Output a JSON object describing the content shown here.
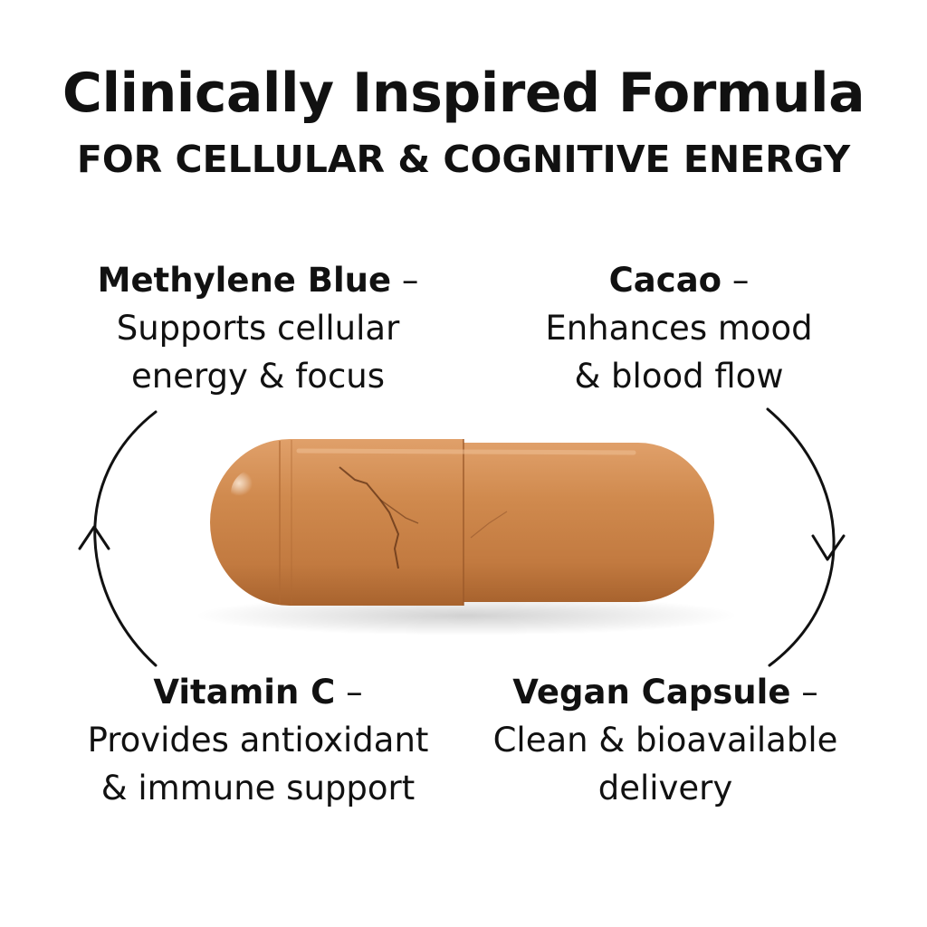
{
  "header": {
    "title": "Clinically Inspired Formula",
    "subtitle": "FOR CELLULAR & COGNITIVE ENERGY"
  },
  "ingredients": [
    {
      "name": "Methylene Blue",
      "dash": " –",
      "line1": "Supports cellular",
      "line2": "energy & focus"
    },
    {
      "name": "Cacao",
      "dash": " –",
      "line1": "Enhances mood",
      "line2": "& blood flow"
    },
    {
      "name": "Vitamin C",
      "dash": " –",
      "line1": "Provides antioxidant",
      "line2": "& immune support"
    },
    {
      "name": "Vegan Capsule",
      "dash": " –",
      "line1": "Clean & bioavailable",
      "line2": "delivery"
    }
  ],
  "colors": {
    "capsule_main": "#c97f45",
    "capsule_dark": "#9c5a2a",
    "capsule_light": "#e2a574",
    "arrow": "#111111"
  }
}
